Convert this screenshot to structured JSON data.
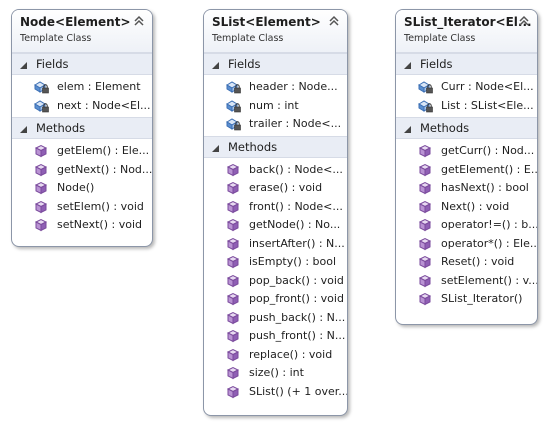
{
  "classes": [
    {
      "title": "Node<Element>",
      "subtitle": "Template Class",
      "fields_label": "Fields",
      "fields": [
        "elem : Element",
        "next : Node<El..."
      ],
      "methods_label": "Methods",
      "methods": [
        "getElem() : Ele...",
        "getNext() : Nod...",
        "Node()",
        "setElem() : void",
        "setNext() : void"
      ]
    },
    {
      "title": "SList<Element>",
      "subtitle": "Template Class",
      "fields_label": "Fields",
      "fields": [
        "header : Node...",
        "num : int",
        "trailer : Node<..."
      ],
      "methods_label": "Methods",
      "methods": [
        "back() : Node<...",
        "erase() : void",
        "front() : Node<...",
        "getNode() : No...",
        "insertAfter() : N...",
        "isEmpty() : bool",
        "pop_back() : void",
        "pop_front() : void",
        "push_back() : N...",
        "push_front() : N...",
        "replace() : void",
        "size() : int",
        "SList() (+ 1 over..."
      ]
    },
    {
      "title": "SList_Iterator<El...",
      "subtitle": "Template Class",
      "fields_label": "Fields",
      "fields": [
        "Curr : Node<El...",
        "List : SList<Ele..."
      ],
      "methods_label": "Methods",
      "methods": [
        "getCurr() : Nod...",
        "getElement() : E...",
        "hasNext() : bool",
        "Next() : void",
        "operator!=() : b...",
        "operator*() : Ele...",
        "Reset() : void",
        "setElement() : v...",
        "SList_Iterator()"
      ]
    }
  ]
}
